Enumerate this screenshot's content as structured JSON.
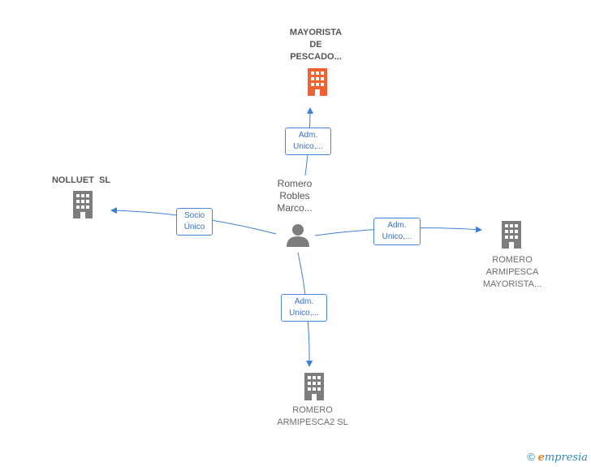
{
  "center_person": {
    "label_lines": [
      "Romero",
      "Robles",
      "Marco..."
    ],
    "icon": "person-icon"
  },
  "companies": [
    {
      "id": "mayorista",
      "label_lines": [
        "MAYORISTA",
        "DE",
        "PESCADO..."
      ],
      "icon": "building-icon",
      "color": "#f0622f",
      "highlight": true
    },
    {
      "id": "nolluet",
      "label_lines": [
        "NOLLUET  SL"
      ],
      "icon": "building-icon",
      "color": "#7d7d7d",
      "highlight": false
    },
    {
      "id": "romero-armipesca-mayorista",
      "label_lines": [
        "ROMERO",
        "ARMIPESCA",
        "MAYORISTA..."
      ],
      "icon": "building-icon",
      "color": "#7d7d7d",
      "highlight": false
    },
    {
      "id": "romero-armipesca2",
      "label_lines": [
        "ROMERO",
        "ARMIPESCA2 SL"
      ],
      "icon": "building-icon",
      "color": "#7d7d7d",
      "highlight": false
    }
  ],
  "relations": [
    {
      "to": "mayorista",
      "label_lines": [
        "Adm.",
        "Unico,..."
      ]
    },
    {
      "to": "nolluet",
      "label_lines": [
        "Socio",
        "Único"
      ]
    },
    {
      "to": "romero-armipesca-mayorista",
      "label_lines": [
        "Adm.",
        "Unico,..."
      ]
    },
    {
      "to": "romero-armipesca2",
      "label_lines": [
        "Adm.",
        "Unico,..."
      ]
    }
  ],
  "colors": {
    "edge": "#3d7fd6",
    "highlight": "#f0622f",
    "neutral": "#7d7d7d"
  },
  "footer": {
    "copyright": "©",
    "brand_first": "e",
    "brand_rest": "mpresia"
  }
}
